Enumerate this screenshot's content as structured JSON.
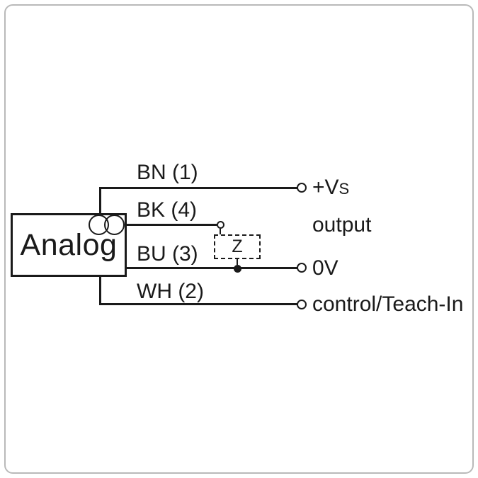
{
  "device": {
    "label": "Analog"
  },
  "wires": {
    "bn": {
      "label": "BN (1)"
    },
    "bk": {
      "label": "BK (4)"
    },
    "bu": {
      "label": "BU (3)"
    },
    "wh": {
      "label": "WH (2)"
    }
  },
  "terminals": {
    "vs": {
      "main": "+V",
      "sub": "S"
    },
    "output": {
      "label": "output"
    },
    "zero": {
      "label": "0V"
    },
    "control": {
      "label": "control/Teach-In"
    }
  },
  "impedance": {
    "label": "Z"
  },
  "colors": {
    "line": "#1a1a1a",
    "frame": "#b9b9b9",
    "background": "#ffffff"
  }
}
